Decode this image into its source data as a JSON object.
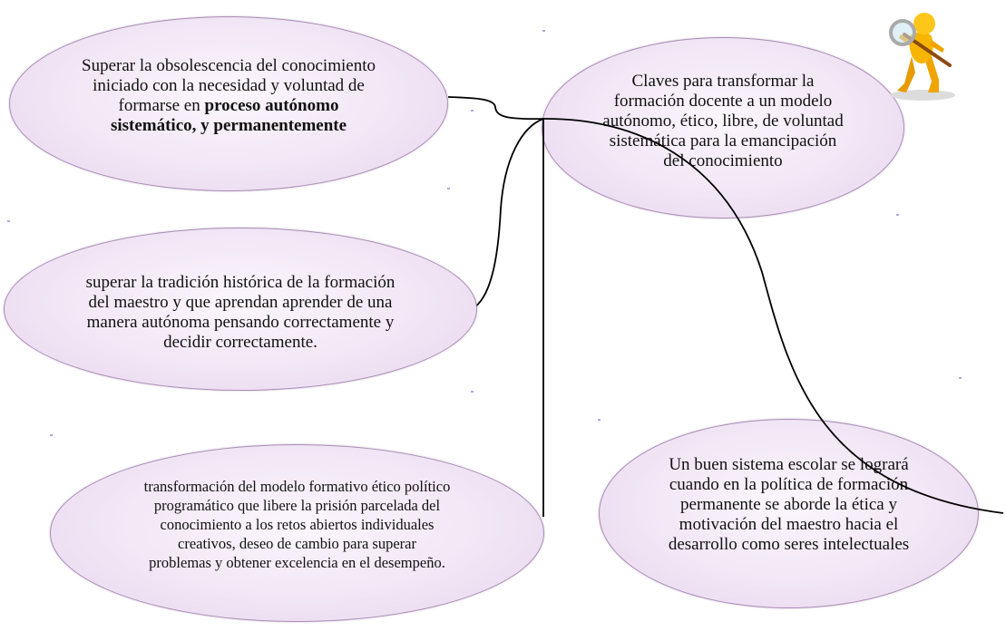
{
  "diagram": {
    "center": {
      "lines": [
        "Claves para  transformar la",
        "formación docente a un modelo",
        "autónomo,  ético, libre, de voluntad",
        "sistemática  para la emancipación",
        "del conocimiento"
      ]
    },
    "top_left": {
      "lines": [
        "Superar la obsolescencia del conocimiento",
        "iniciado con la necesidad y voluntad  de",
        "formarse en "
      ],
      "bold_line_end": "proceso  autónomo",
      "bold_last_line": "sistemático, y permanentemente"
    },
    "middle_left": {
      "lines": [
        "superar la tradición histórica  de la formación",
        "del maestro y que aprendan aprender de una",
        "manera autónoma pensando correctamente y",
        "decidir correctamente."
      ]
    },
    "bottom_left": {
      "lines": [
        "transformación del modelo formativo ético político",
        "programático que libere la prisión parcelada del",
        "conocimiento a los retos abiertos individuales",
        "creativos, deseo de cambio para superar",
        "problemas y obtener excelencia en el desempeño."
      ]
    },
    "bottom_right": {
      "lines": [
        "Un buen sistema escolar se logrará",
        "cuando en la política de  formación",
        "permanente se aborde la ética  y",
        "motivación del maestro hacia el",
        "desarrollo como seres intelectuales"
      ]
    },
    "icon": "person-with-magnifying-glass-icon",
    "colors": {
      "bubble_fill": "#f1e6f5",
      "bubble_border": "#a98cb6",
      "connector": "#000000",
      "speck": "#7b6cc8"
    }
  }
}
